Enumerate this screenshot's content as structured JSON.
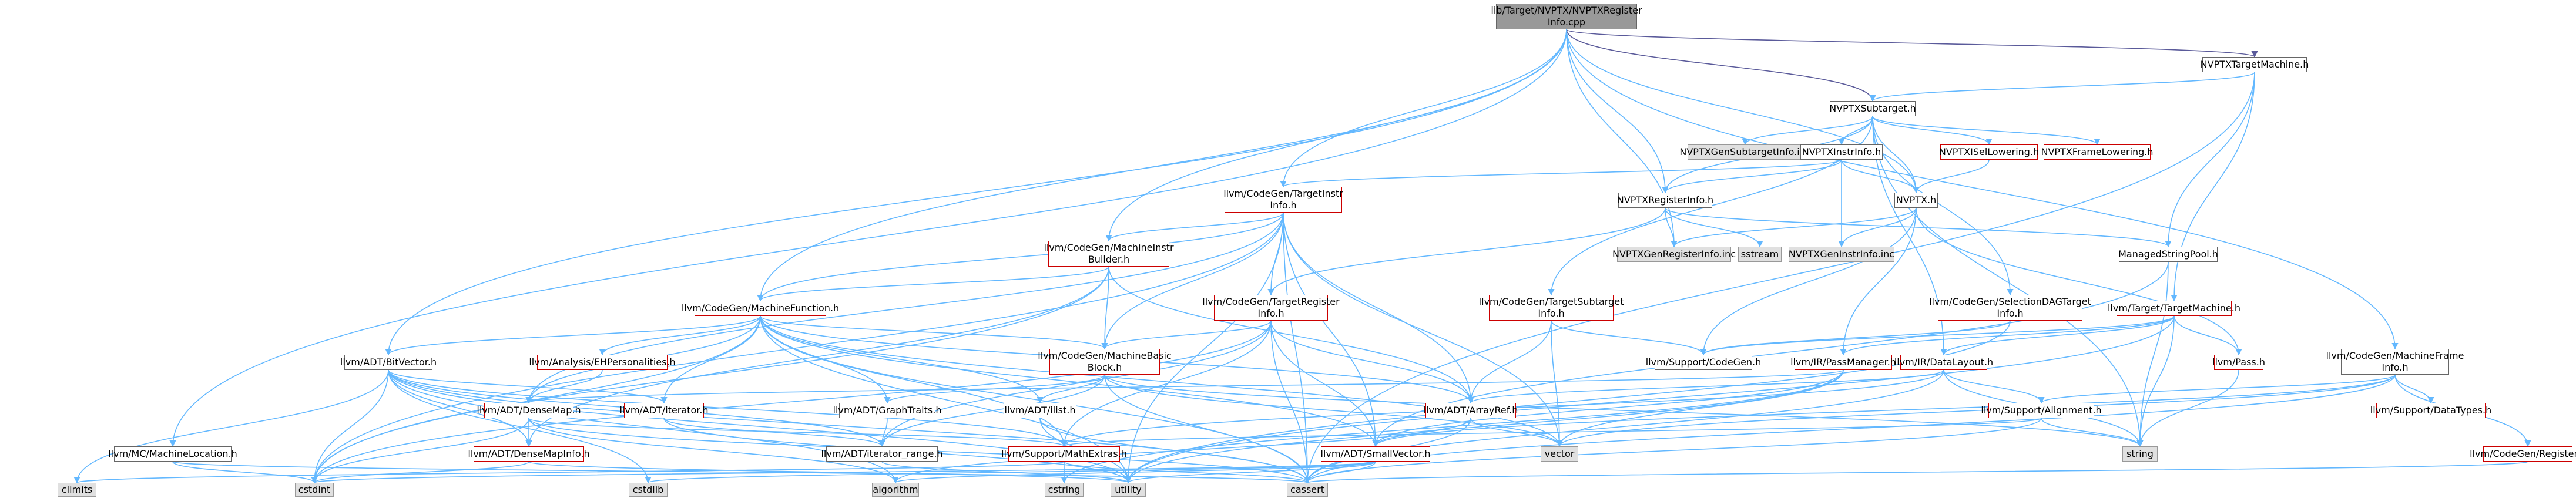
{
  "colors": {
    "edge": "#63b8ff",
    "edge_dark": "#5a5a9a",
    "node_border": "#666666",
    "node_red": "#cc0000",
    "node_grey": "#e0e0e0",
    "root_fill": "#999999"
  },
  "nodes": {
    "root": "lib/Target/NVPTX/NVPTXRegister\nInfo.cpp",
    "nvptx_target_machine": "NVPTXTargetMachine.h",
    "nvptx_subtarget": "NVPTXSubtarget.h",
    "nvptx_gen_subtarget_info": "NVPTXGenSubtargetInfo.inc",
    "nvptx_instr_info": "NVPTXInstrInfo.h",
    "nvptx_isel_lowering": "NVPTXISelLowering.h",
    "nvptx_frame_lowering": "NVPTXFrameLowering.h",
    "target_instr_info": "llvm/CodeGen/TargetInstr\nInfo.h",
    "nvptx_register_info": "NVPTXRegisterInfo.h",
    "nvptx_h": "NVPTX.h",
    "machine_instr_builder": "llvm/CodeGen/MachineInstr\nBuilder.h",
    "nvptx_gen_register_info": "NVPTXGenRegisterInfo.inc",
    "sstream": "sstream",
    "nvptx_gen_instr_info": "NVPTXGenInstrInfo.inc",
    "managed_string_pool": "ManagedStringPool.h",
    "target_register_info": "llvm/CodeGen/TargetRegister\nInfo.h",
    "target_subtarget_info": "llvm/CodeGen/TargetSubtarget\nInfo.h",
    "selection_dag_target_info": "llvm/CodeGen/SelectionDAGTarget\nInfo.h",
    "target_target_machine": "llvm/Target/TargetMachine.h",
    "machine_function": "llvm/CodeGen/MachineFunction.h",
    "machine_basic_block": "llvm/CodeGen/MachineBasic\nBlock.h",
    "support_codegen": "llvm/Support/CodeGen.h",
    "pass_manager": "llvm/IR/PassManager.h",
    "data_layout": "llvm/IR/DataLayout.h",
    "pass_h": "llvm/Pass.h",
    "machine_frame_info": "llvm/CodeGen/MachineFrame\nInfo.h",
    "bitvector": "llvm/ADT/BitVector.h",
    "eh_personalities": "llvm/Analysis/EHPersonalities.h",
    "ilist": "llvm/ADT/ilist.h",
    "array_ref": "llvm/ADT/ArrayRef.h",
    "support_alignment": "llvm/Support/Alignment.h",
    "support_datatypes": "llvm/Support/DataTypes.h",
    "densemap": "llvm/ADT/DenseMap.h",
    "adt_iterator": "llvm/ADT/iterator.h",
    "graph_traits": "llvm/ADT/GraphTraits.h",
    "vector": "vector",
    "string": "string",
    "codegen_register": "llvm/CodeGen/Register.h",
    "mc_machine_location": "llvm/MC/MachineLocation.h",
    "densemap_info": "llvm/ADT/DenseMapInfo.h",
    "iterator_range": "llvm/ADT/iterator_range.h",
    "math_extras": "llvm/Support/MathExtras.h",
    "small_vector": "llvm/ADT/SmallVector.h",
    "climits": "climits",
    "cstdint": "cstdint",
    "cstdlib": "cstdlib",
    "algorithm": "algorithm",
    "cstring": "cstring",
    "utility": "utility",
    "cassert": "cassert"
  }
}
